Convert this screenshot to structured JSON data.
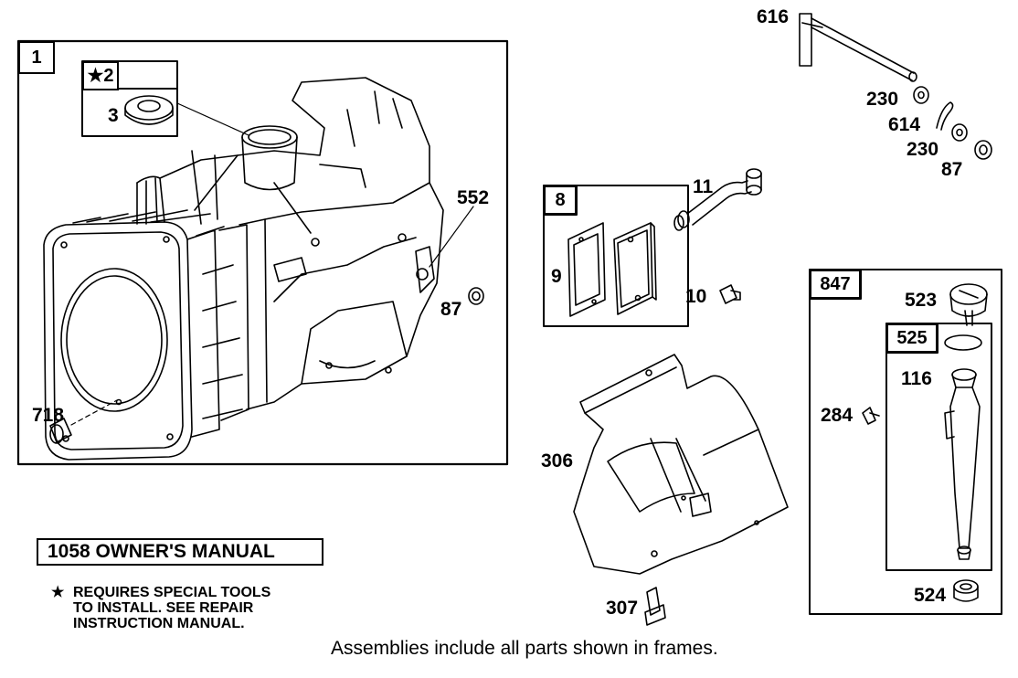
{
  "frames": {
    "engine_block": "1",
    "seal_kit": "2",
    "seal_kit_star": "★",
    "breather": "8",
    "dipstick_assembly": "847",
    "dipstick_tube_assembly": "525"
  },
  "part_labels": {
    "seal": "3",
    "engine_552": "552",
    "engine_87": "87",
    "dowel_718": "718",
    "gasket_9": "9",
    "tube_11": "11",
    "screw_10": "10",
    "shaft_616": "616",
    "washer_230_a": "230",
    "clip_614": "614",
    "washer_230_b": "230",
    "seal_87": "87",
    "deflector_306": "306",
    "screw_307": "307",
    "cap_523": "523",
    "oring_116": "116",
    "screw_284": "284",
    "grommet_524": "524"
  },
  "owners_manual": "1058 OWNER'S MANUAL",
  "note": {
    "star": "★",
    "lines": [
      "REQUIRES SPECIAL TOOLS",
      "TO INSTALL.  SEE REPAIR",
      "INSTRUCTION MANUAL."
    ]
  },
  "footer": "Assemblies include all parts shown in frames."
}
